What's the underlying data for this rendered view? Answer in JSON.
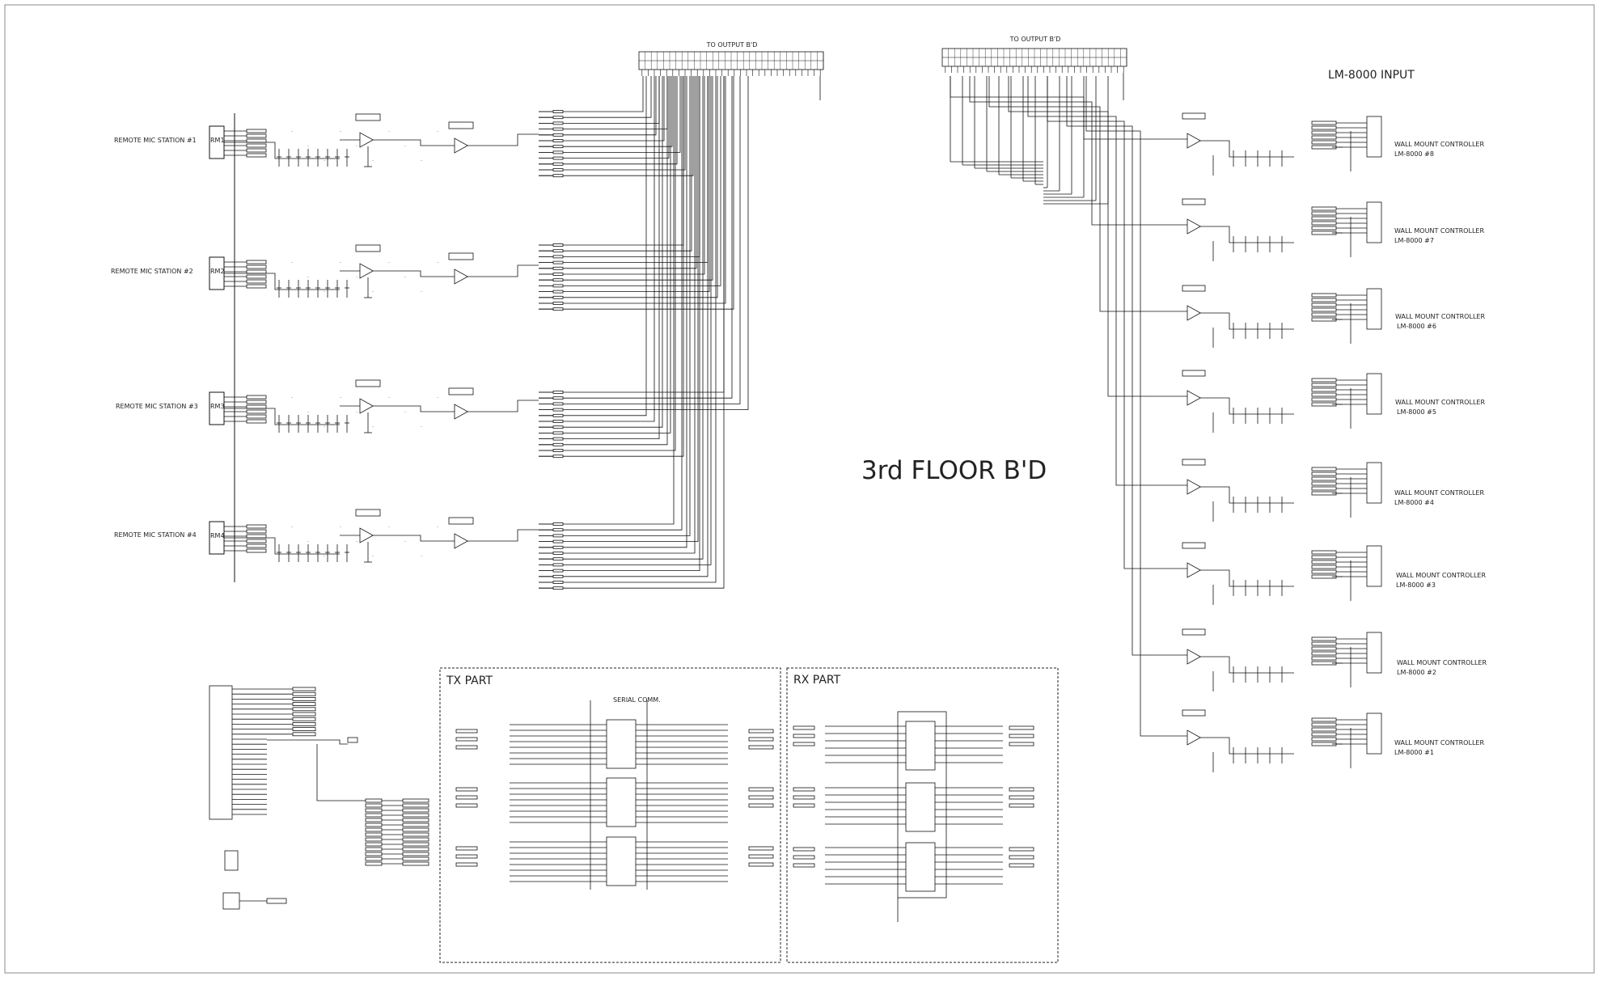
{
  "title": "3rd FLOOR B'D",
  "lm_title": "LM-8000 INPUT",
  "connectors": {
    "left_label": "TO OUTPUT B'D",
    "right_label": "TO OUTPUT B'D"
  },
  "mic_stations": [
    {
      "label": "REMOTE MIC STATION #1",
      "ref": "RM1"
    },
    {
      "label": "REMOTE MIC STATION #2",
      "ref": "RM2"
    },
    {
      "label": "REMOTE MIC STATION #3",
      "ref": "RM3"
    },
    {
      "label": "REMOTE MIC STATION #4",
      "ref": "RM4"
    }
  ],
  "controllers": [
    {
      "line1": "WALL MOUNT CONTROLLER",
      "line2": "LM-8000 #8"
    },
    {
      "line1": "WALL MOUNT CONTROLLER",
      "line2": "LM-8000 #7"
    },
    {
      "line1": "WALL MOUNT CONTROLLER",
      "line2": "LM-8000 #6"
    },
    {
      "line1": "WALL MOUNT CONTROLLER",
      "line2": "LM-8000 #5"
    },
    {
      "line1": "WALL MOUNT CONTROLLER",
      "line2": "LM-8000 #4"
    },
    {
      "line1": "WALL MOUNT CONTROLLER",
      "line2": "LM-8000 #3"
    },
    {
      "line1": "WALL MOUNT CONTROLLER",
      "line2": "LM-8000 #2"
    },
    {
      "line1": "WALL MOUNT CONTROLLER",
      "line2": "LM-8000 #1"
    }
  ],
  "tx_part": {
    "label": "TX PART",
    "sublabel": "SERIAL COMM."
  },
  "rx_part": {
    "label": "RX PART"
  }
}
